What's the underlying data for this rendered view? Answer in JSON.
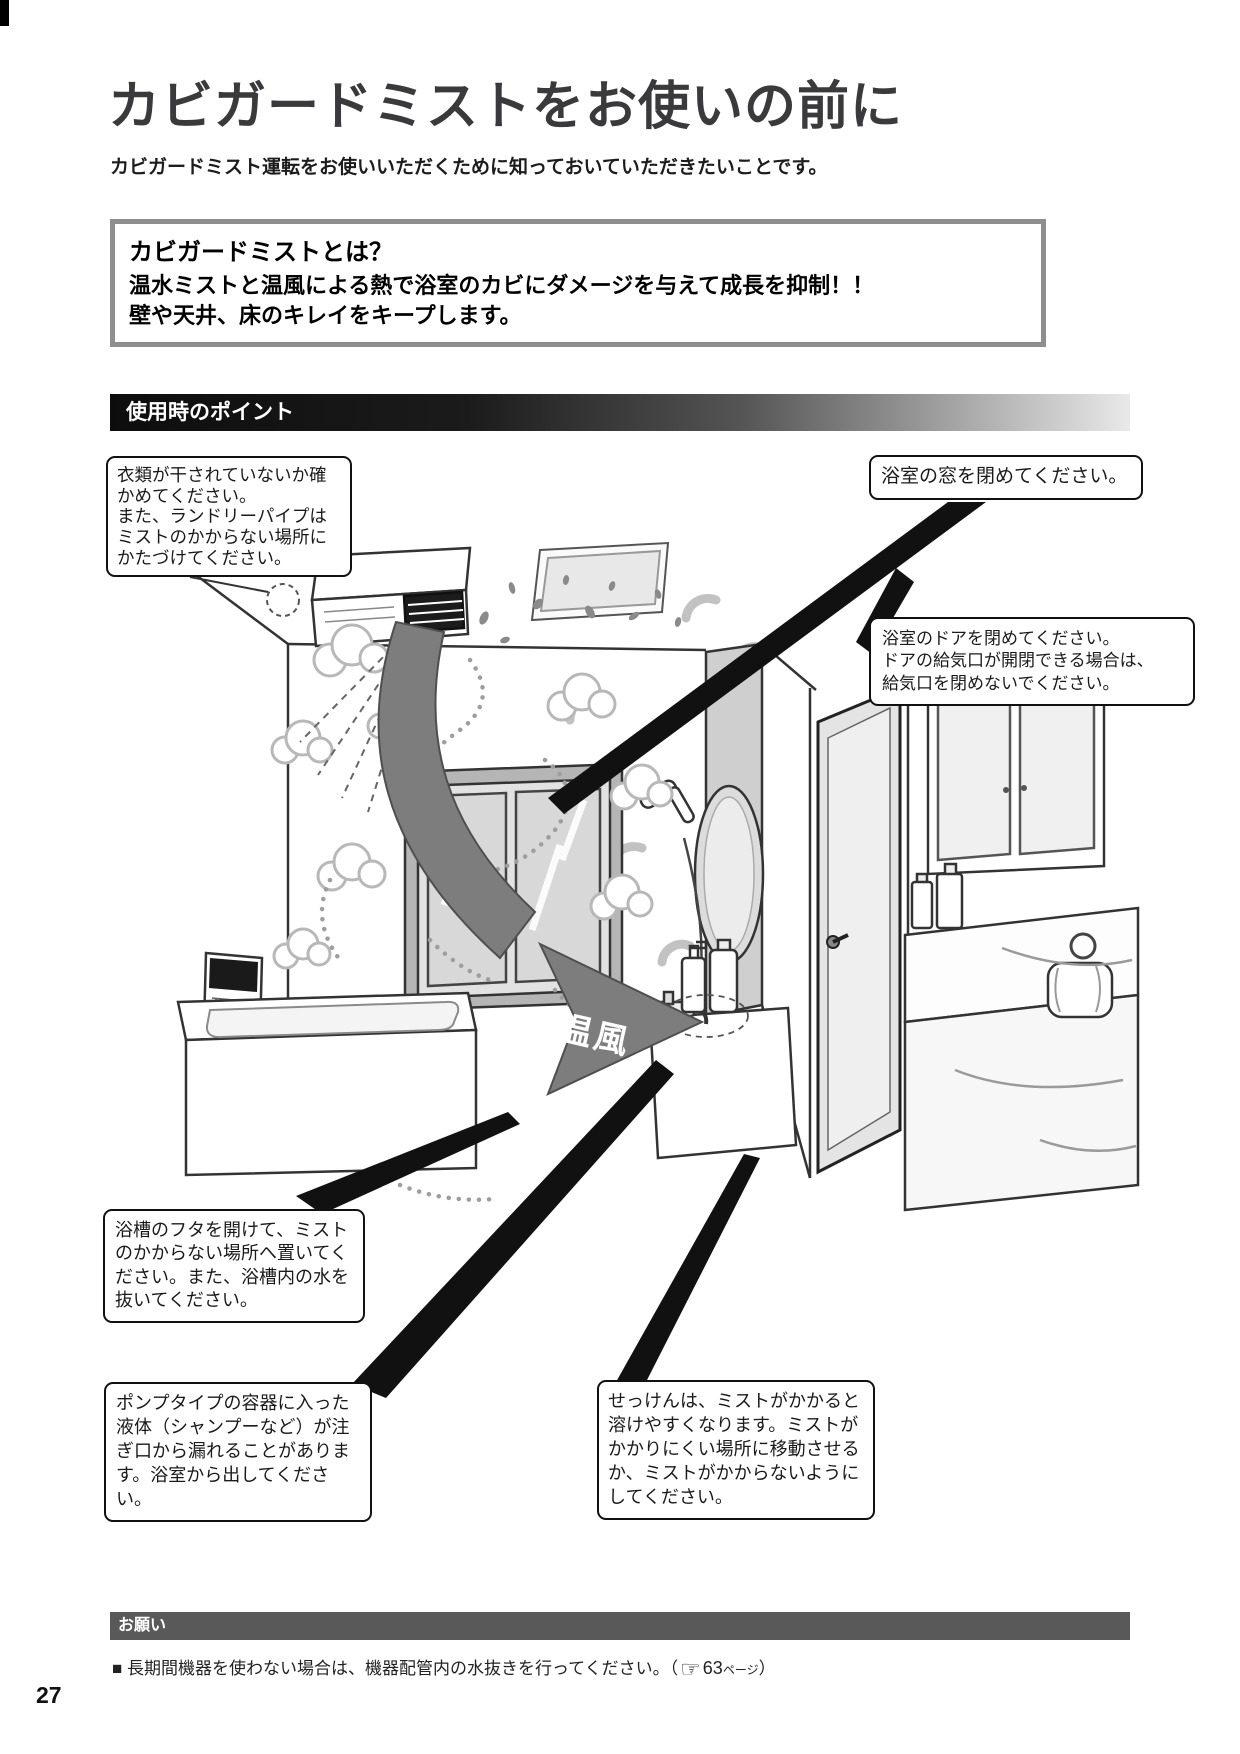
{
  "page": {
    "title": "カビガードミストをお使いの前に",
    "intro": "カビガードミスト運転をお使いいただくために知っておいていただきたいことです。",
    "page_number": "27"
  },
  "about_box": {
    "heading": "カビガードミストとは？",
    "body_line1": "温水ミストと温風による熱で浴室のカビにダメージを与えて成長を抑制！！",
    "body_line2": "壁や天井、床のキレイをキープします。"
  },
  "section_header": {
    "label": "使用時のポイント"
  },
  "callouts": {
    "laundry": "衣類が干されていないか確かめてください。\nまた、ランドリーパイプはミストのかからない場所にかたづけてください。",
    "window": "浴室の窓を閉めてください。",
    "door": "浴室のドアを閉めてください。\nドアの給気口が開閉できる場合は、\n給気口を閉めないでください。",
    "bathtub": "浴槽のフタを開けて、ミストのかからない場所へ置いてください。また、浴槽内の水を抜いてください。",
    "pump": "ポンプタイプの容器に入った液体（シャンプーなど）が注ぎ口から漏れることがあります。浴室から出してください。",
    "soap": "せっけんは、ミストがかかると溶けやすくなります。ミストがかかりにくい場所に移動させるか、ミストがかからないようにしてください。"
  },
  "illustration": {
    "arrow_label": "温風",
    "hand_icon": "☞"
  },
  "notice": {
    "bar_label": "お願い",
    "bullet": "■",
    "text": "長期間機器を使わない場合は、機器配管内の水抜きを行ってください。（",
    "ref_number": "63",
    "ref_unit": "ページ",
    "close": "）"
  },
  "colors": {
    "section_bar_dark": "#0d0d0d",
    "notice_bar": "#595959",
    "arrow_gray": "#7d7d7d",
    "box_border_gray": "#8e8e8e"
  }
}
